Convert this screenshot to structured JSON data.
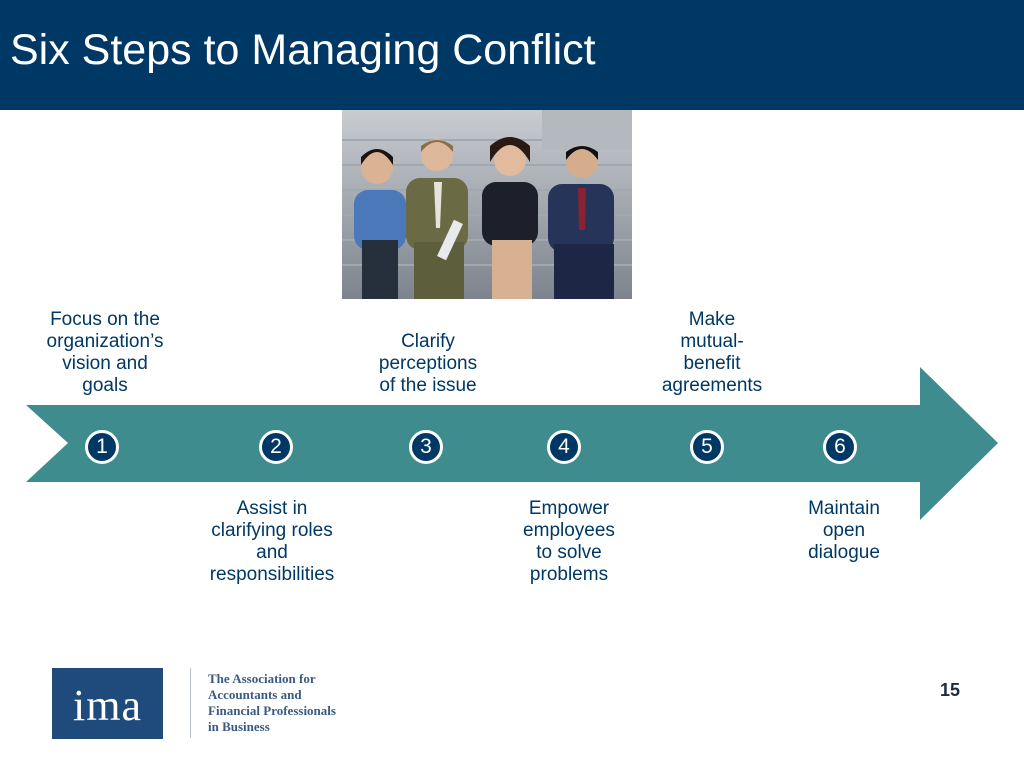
{
  "slide": {
    "title": "Six Steps to Managing Conflict",
    "page_number": "15"
  },
  "steps": [
    {
      "number": "1",
      "label_lines": [
        "Focus on the",
        "organization’s",
        "vision and",
        "goals"
      ]
    },
    {
      "number": "2",
      "label_lines": [
        "Assist in",
        "clarifying roles",
        "and",
        "responsibilities"
      ]
    },
    {
      "number": "3",
      "label_lines": [
        "Clarify",
        "perceptions",
        "of the issue"
      ]
    },
    {
      "number": "4",
      "label_lines": [
        "Empower",
        "employees",
        "to solve",
        "problems"
      ]
    },
    {
      "number": "5",
      "label_lines": [
        "Make",
        "mutual-",
        "benefit",
        "agreements"
      ]
    },
    {
      "number": "6",
      "label_lines": [
        "Maintain",
        "open",
        "dialogue"
      ]
    }
  ],
  "footer": {
    "logo_text": "ima",
    "association_lines": [
      "The Association for",
      "Accountants and",
      "Financial Professionals",
      "in Business"
    ]
  },
  "colors": {
    "header_bg": "#003865",
    "arrow_fill": "#3f8c8f",
    "circle_fill": "#003865",
    "label_text": "#003865"
  }
}
